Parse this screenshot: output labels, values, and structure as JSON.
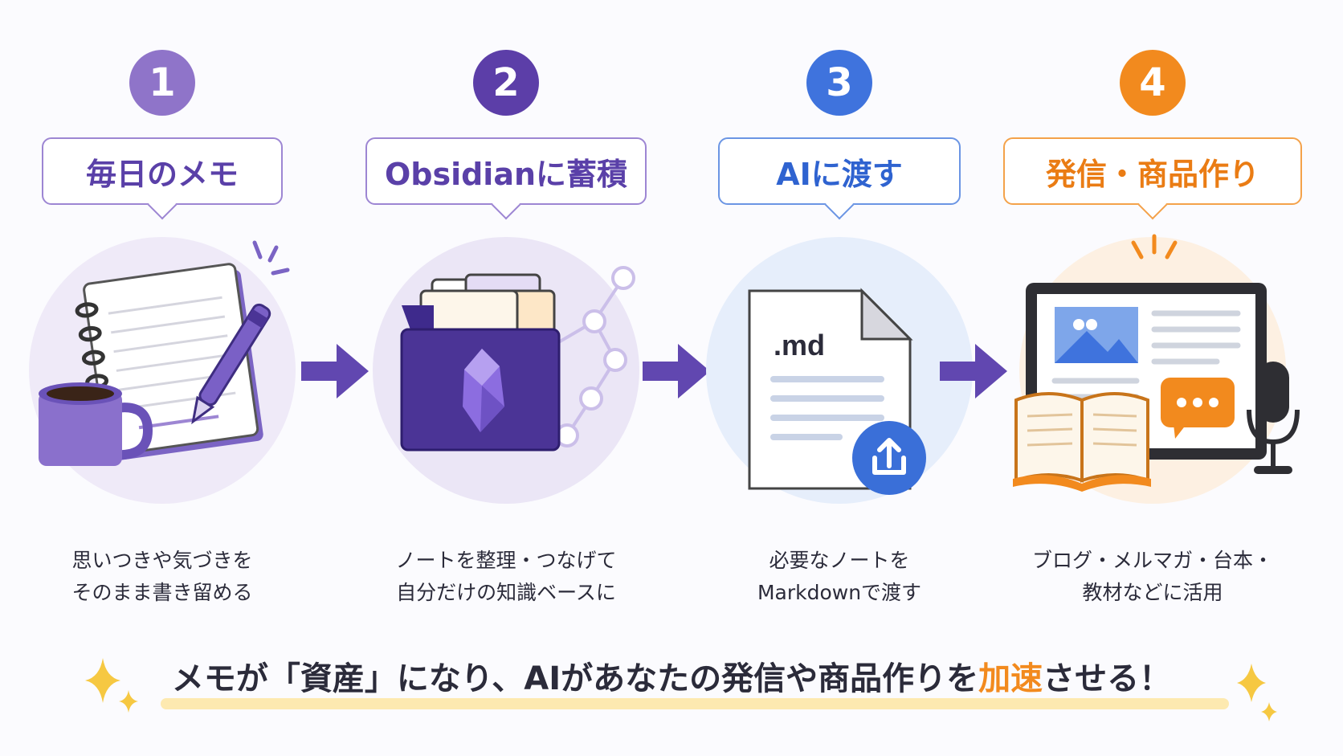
{
  "steps": [
    {
      "number": "1",
      "title": "毎日のメモ",
      "caption": [
        "思いつきや気づきを",
        "そのまま書き留める"
      ]
    },
    {
      "number": "2",
      "title": "Obsidianに蓄積",
      "caption": [
        "ノートを整理・つなげて",
        "自分だけの知識ベースに"
      ]
    },
    {
      "number": "3",
      "title": "AIに渡す",
      "file_label": ".md",
      "caption": [
        "必要なノートを",
        "Markdownで渡す"
      ]
    },
    {
      "number": "4",
      "title": "発信・商品作り",
      "caption": [
        "ブログ・メルマガ・台本・",
        "教材などに活用"
      ]
    }
  ],
  "banner": {
    "before": "メモが「資産」になり、AIがあなたの発信や商品作りを",
    "accent": "加速",
    "after": "させる！"
  },
  "colors": {
    "step1": "#8f74c9",
    "step2": "#5c3ea8",
    "step3": "#3f73dd",
    "step4": "#f28a1e",
    "arrow": "#6147b0",
    "accent": "#f28a1e",
    "sparkle": "#f6c842"
  }
}
